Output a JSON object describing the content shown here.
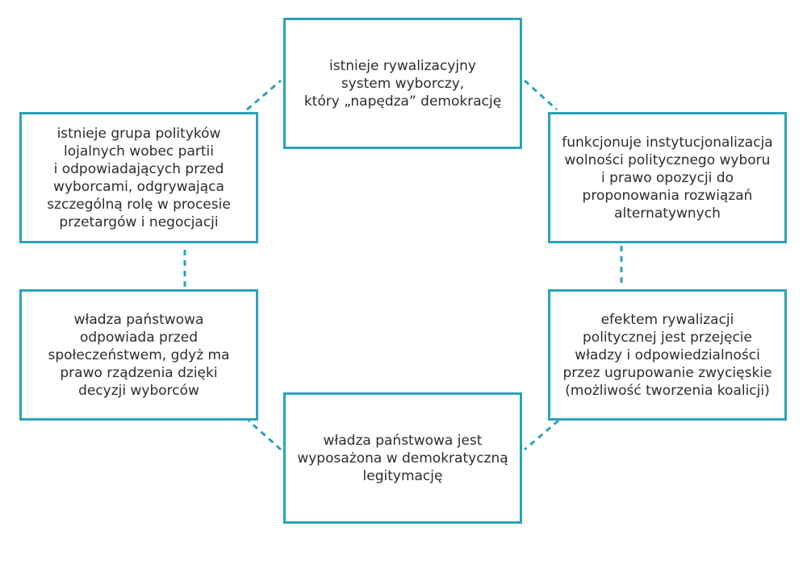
{
  "diagram": {
    "accent_color": "#2aa3b7",
    "text_color": "#2d2d2d",
    "boxes": [
      {
        "id": "top",
        "text": "istnieje rywalizacyjny\nsystem wyborczy,\nktóry „napędza” demokrację"
      },
      {
        "id": "right-upper",
        "text": "funkcjonuje instytucjonalizacja\nwolności politycznego wyboru\ni prawo opozycji do\nproponowania rozwiązań\nalternatywnych"
      },
      {
        "id": "right-lower",
        "text": "efektem rywalizacji\npolitycznej jest przejęcie\nwładzy i odpowiedzialności\nprzez ugrupowanie zwycięskie\n(możliwość tworzenia koalicji)"
      },
      {
        "id": "bottom",
        "text": "władza państwowa jest\nwyposażona w demokratyczną\nlegitymację"
      },
      {
        "id": "left-lower",
        "text": "władza państwowa\nodpowiada przed\nspołeczeństwem, gdyż ma\nprawo rządzenia dzięki\ndecyzji wyborców"
      },
      {
        "id": "left-upper",
        "text": "istnieje grupa polityków\nlojalnych wobec partii\ni odpowiadających przed\nwyborcami, odgrywająca\nszczególną rolę w procesie\nprzetargów i negocjacji"
      }
    ],
    "connectors": [
      {
        "from": "top",
        "to": "right-upper",
        "style": "dashed"
      },
      {
        "from": "right-upper",
        "to": "right-lower",
        "style": "dashed"
      },
      {
        "from": "right-lower",
        "to": "bottom",
        "style": "dashed"
      },
      {
        "from": "bottom",
        "to": "left-lower",
        "style": "dashed"
      },
      {
        "from": "left-lower",
        "to": "left-upper",
        "style": "dashed"
      },
      {
        "from": "left-upper",
        "to": "top",
        "style": "dashed"
      }
    ]
  }
}
